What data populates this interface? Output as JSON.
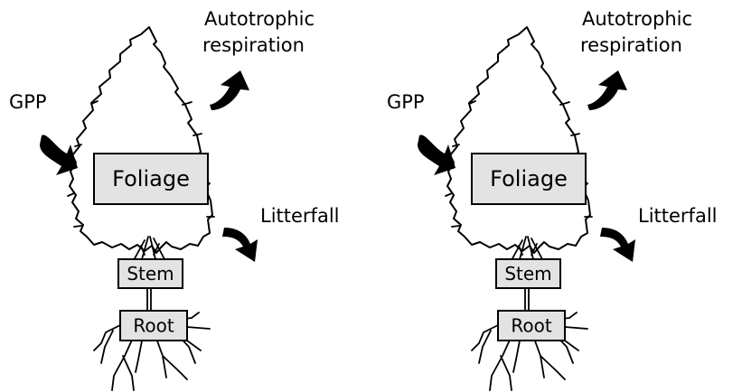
{
  "diagrams": [
    {
      "labels": {
        "autotrophic_line1": "Autotrophic",
        "autotrophic_line2": "respiration",
        "gpp": "GPP",
        "litterfall": "Litterfall"
      },
      "boxes": {
        "foliage": "Foliage",
        "stem": "Stem",
        "root": "Root"
      }
    },
    {
      "labels": {
        "autotrophic_line1": "Autotrophic",
        "autotrophic_line2": "respiration",
        "gpp": "GPP",
        "litterfall": "Litterfall"
      },
      "boxes": {
        "foliage": "Foliage",
        "stem": "Stem",
        "root": "Root"
      }
    }
  ]
}
